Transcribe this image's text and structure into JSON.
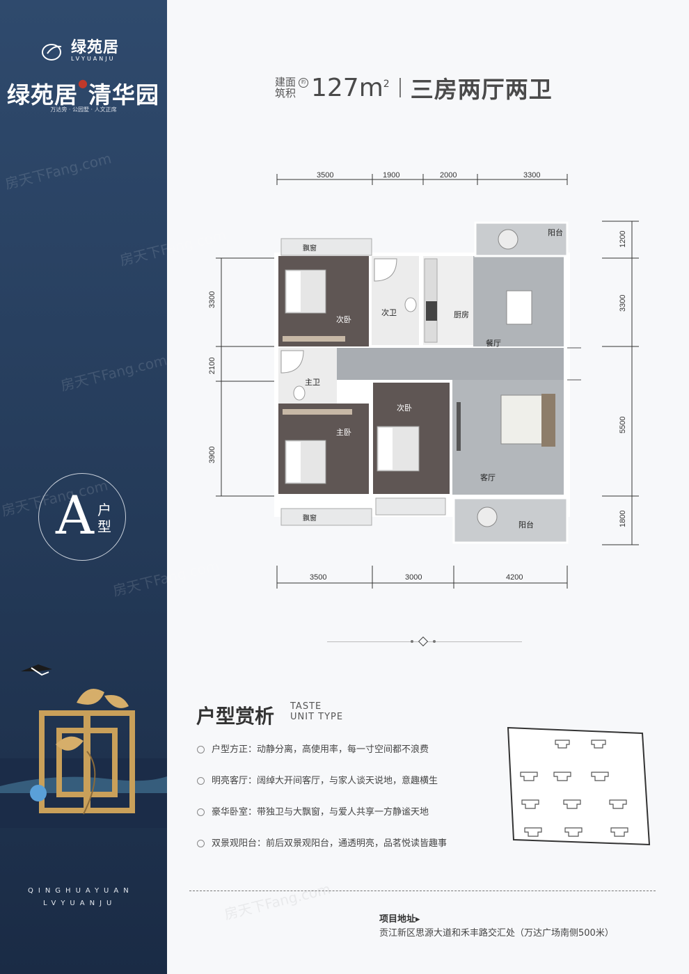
{
  "brand": {
    "logo_cn": "绿苑居",
    "logo_en": "LVYUANJU",
    "title_a": "绿苑居",
    "title_b": "清华园",
    "tagline": "万达旁 · 公园墅 · 人文正席"
  },
  "header": {
    "area_label_top": "建面",
    "area_label_bottom": "筑积",
    "area_badge": "约",
    "area_value": "127",
    "area_unit": "m",
    "area_sup": "2",
    "layout": "三房两厅两卫"
  },
  "unit_type": {
    "letter": "A",
    "suffix": "户型"
  },
  "pinyin": [
    "QINGHUAYUAN",
    "LVYUANJU"
  ],
  "watermark": "房天下Fang.com",
  "dims": {
    "top": [
      "3500",
      "1900",
      "2000",
      "3300"
    ],
    "bottom": [
      "3500",
      "3000",
      "4200"
    ],
    "left": [
      "3300",
      "2100",
      "3900"
    ],
    "right": [
      "1200",
      "3300",
      "5500",
      "1800"
    ]
  },
  "rooms": {
    "bedroom2_a": "次卧",
    "bath2": "次卫",
    "kitchen": "厨房",
    "dining": "餐厅",
    "master_bath": "主卫",
    "master_bed": "主卧",
    "bedroom2_b": "次卧",
    "living": "客厅",
    "balcony_top": "阳台",
    "balcony_bottom": "阳台",
    "bay_window_top": "飘窗",
    "bay_window_bottom": "飘窗"
  },
  "analysis": {
    "title": "户型赏析",
    "title_en_1": "TASTE",
    "title_en_2": "UNIT TYPE",
    "items": [
      "户型方正：动静分离，高使用率，每一寸空间都不浪费",
      "明亮客厅：阔绰大开间客厅，与家人谈天说地，意趣横生",
      "豪华卧室：带独卫与大飘窗，与爱人共享一方静谧天地",
      "双景观阳台：前后双景观阳台，通透明亮，品茗悦读皆趣事"
    ]
  },
  "address": {
    "label": "项目地址▸",
    "text": "贡江新区思源大道和禾丰路交汇处（万达广场南侧500米）"
  },
  "colors": {
    "left_panel": "#2b4466",
    "floor_grey": "#b8bcc0",
    "bedroom_floor": "#5e5553",
    "wall": "#ffffff"
  }
}
